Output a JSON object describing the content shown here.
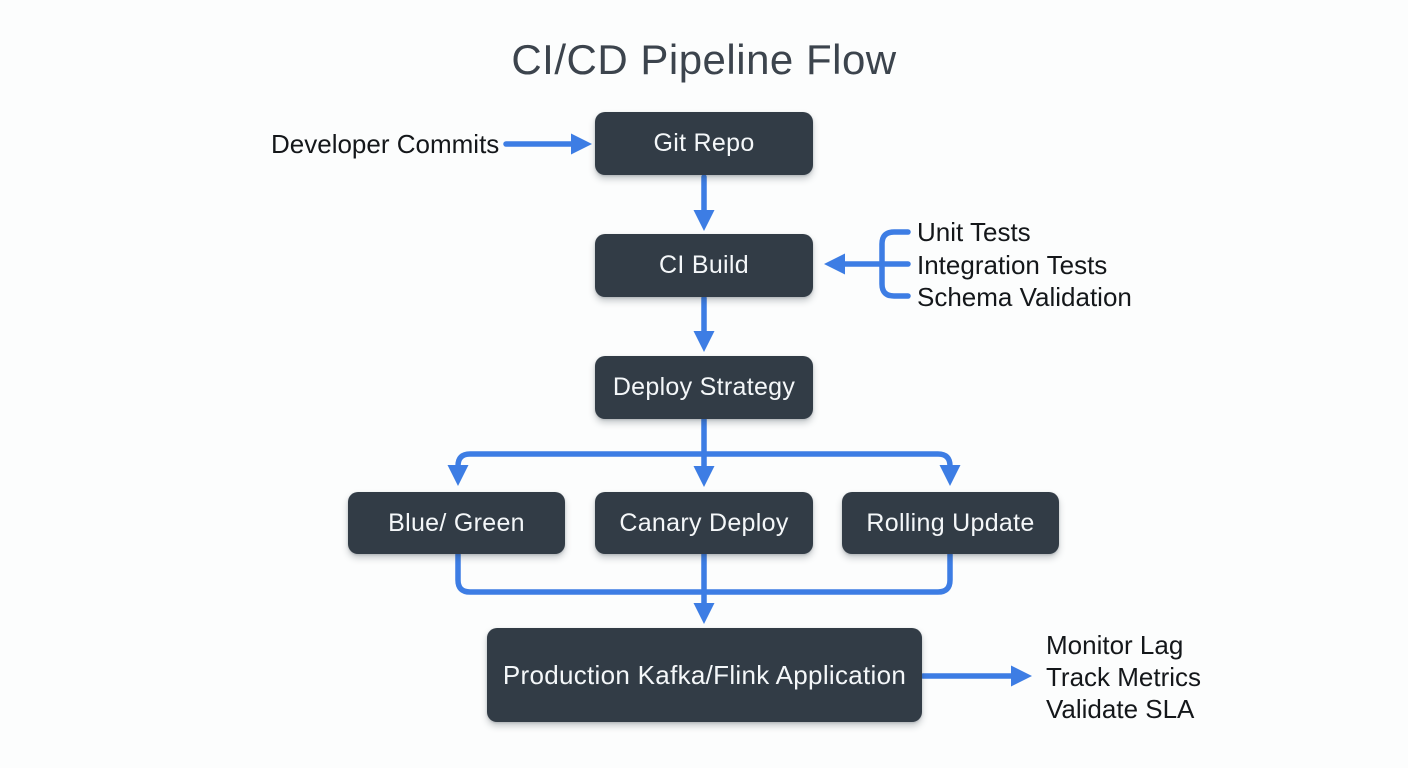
{
  "title": "CI/CD Pipeline Flow",
  "nodes": {
    "git_repo": {
      "label": "Git Repo"
    },
    "ci_build": {
      "label": "CI Build"
    },
    "deploy_strategy": {
      "label": "Deploy Strategy"
    },
    "blue_green": {
      "label": "Blue/ Green"
    },
    "canary_deploy": {
      "label": "Canary Deploy"
    },
    "rolling_update": {
      "label": "Rolling Update"
    },
    "production": {
      "label": "Production Kafka/Flink Application"
    }
  },
  "annotations": {
    "input_label": "Developer Commits",
    "ci_checks": [
      "Unit Tests",
      "Integration Tests",
      "Schema Validation"
    ],
    "monitoring": [
      "Monitor Lag",
      "Track Metrics",
      "Validate SLA"
    ]
  },
  "colors": {
    "node_fill": "#323c46",
    "node_text": "#f4f7f9",
    "arrow_blue": "#3d7de4",
    "title_text": "#3c444d",
    "label_text": "#14171a",
    "background": "#fcfdfd"
  }
}
